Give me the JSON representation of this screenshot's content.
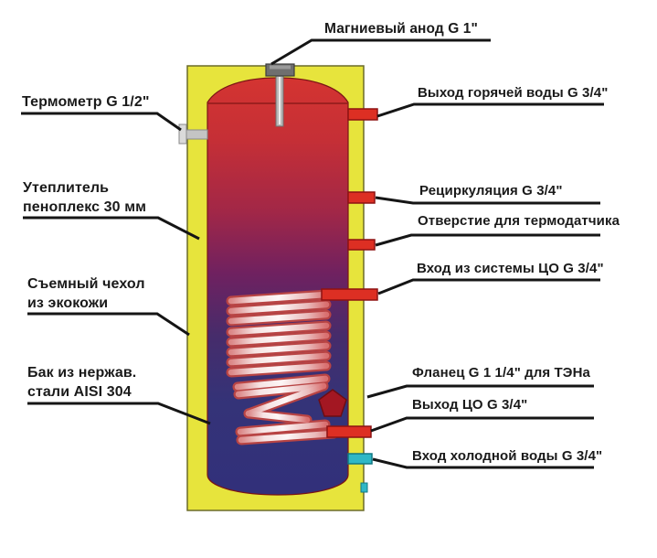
{
  "diagram_type": "water-heater-tank-cutaway",
  "labels": {
    "anode": "Магниевый анод G 1\"",
    "thermometer": "Термометр G 1/2\"",
    "insulation": "Утеплитель\nпеноплекс 30 мм",
    "cover": "Съемный чехол\nиз экокожи",
    "tank": "Бак из нержав.\nстали AISI 304",
    "hot_water_out": "Выход горячей воды G 3/4\"",
    "recirculation": "Рециркуляция G 3/4\"",
    "sensor_hole": "Отверстие для термодатчика",
    "co_inlet": "Вход из системы ЦО G 3/4\"",
    "flange": "Фланец G 1 1/4\" для ТЭНа",
    "co_outlet": "Выход ЦО G 3/4\"",
    "cold_water_in": "Вход холодной воды G 3/4\""
  },
  "colors": {
    "casing_yellow": "#e7e43c",
    "tank_top_red": "#d43431",
    "tank_mid_purple": "#6f2160",
    "tank_bottom_navy": "#32307a",
    "pipe_red": "#dd2f23",
    "cold_pipe_cyan": "#2fb7c6",
    "flange_dark_red": "#a31722",
    "coil_highlight": "#fdf7f7",
    "leader_line": "#151515",
    "label_text": "#1a1a1a"
  }
}
